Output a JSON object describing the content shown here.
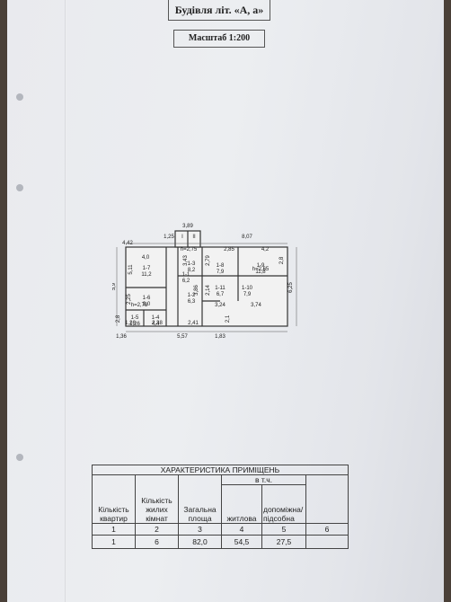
{
  "title": "Будівля літ. «А, а»",
  "scale": "Масштаб 1:200",
  "plan": {
    "dims": [
      "3,89",
      "1,25",
      "8,07",
      "4,42",
      "4,0",
      "5,9",
      "5,11",
      "2,25",
      "2,8",
      "1,36",
      "5,57",
      "1,83",
      "1,26",
      "2,38",
      "2,41",
      "2,85",
      "4,2",
      "2,79",
      "2,8",
      "6,25",
      "2,14",
      "3,24",
      "3,74",
      "3,43",
      "3,86",
      "2,1",
      "h=2,75",
      "h=2,78",
      "h=2,65"
    ],
    "rooms": [
      {
        "id": "1-7",
        "area": "11,2"
      },
      {
        "id": "1-6",
        "area": "9,0"
      },
      {
        "id": "1-5",
        "area": "1,26"
      },
      {
        "id": "1-4",
        "area": "4,4"
      },
      {
        "id": "1-3",
        "area": "8,2"
      },
      {
        "id": "1-2",
        "area": "6,3"
      },
      {
        "id": "1-1",
        "area": "6,2"
      },
      {
        "id": "1-8",
        "area": "7,9"
      },
      {
        "id": "1-9",
        "area": "11,8"
      },
      {
        "id": "1-11",
        "area": "6,7"
      },
      {
        "id": "1-10",
        "area": "7,9"
      },
      {
        "id": "I",
        "area": ""
      },
      {
        "id": "II",
        "area": ""
      }
    ]
  },
  "table": {
    "title": "ХАРАКТЕРИСТИКА ПРИМІЩЕНЬ",
    "vtch": "в т.ч.",
    "headers": [
      "Кількість квартир",
      "Кількість жилих кімнат",
      "Загальна площа",
      "житлова",
      "допоміжна/підсобна",
      ""
    ],
    "col_numbers": [
      "1",
      "2",
      "3",
      "4",
      "5",
      "6"
    ],
    "values": [
      "1",
      "6",
      "82,0",
      "54,5",
      "27,5",
      ""
    ]
  }
}
